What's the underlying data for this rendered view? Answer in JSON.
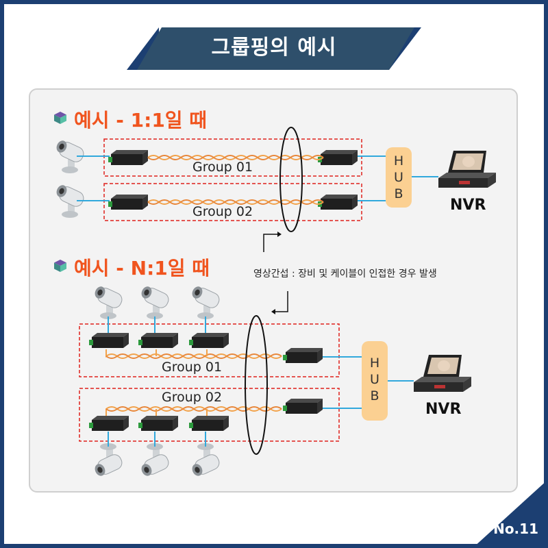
{
  "title": "그룹핑의 예시",
  "badge": "No.11",
  "example1": {
    "heading": "예시 - 1:1일 때",
    "groups": [
      "Group 01",
      "Group 02"
    ],
    "hub_letters": [
      "H",
      "U",
      "B"
    ],
    "nvr_label": "NVR"
  },
  "example2": {
    "heading": "예시 - N:1일 때",
    "groups": [
      "Group 01",
      "Group 02"
    ],
    "hub_letters": [
      "H",
      "U",
      "B"
    ],
    "nvr_label": "NVR"
  },
  "note": "영상간섭 : 장비 및 케이블이 인접한 경우 발생",
  "colors": {
    "frame": "#1c3f72",
    "banner": "#2e4f6b",
    "accent": "#f0541e",
    "dash_box": "#e0201b",
    "cable": "#30a8dc",
    "twisted_pair": "#f2a24a",
    "hub": "#fbd092"
  }
}
